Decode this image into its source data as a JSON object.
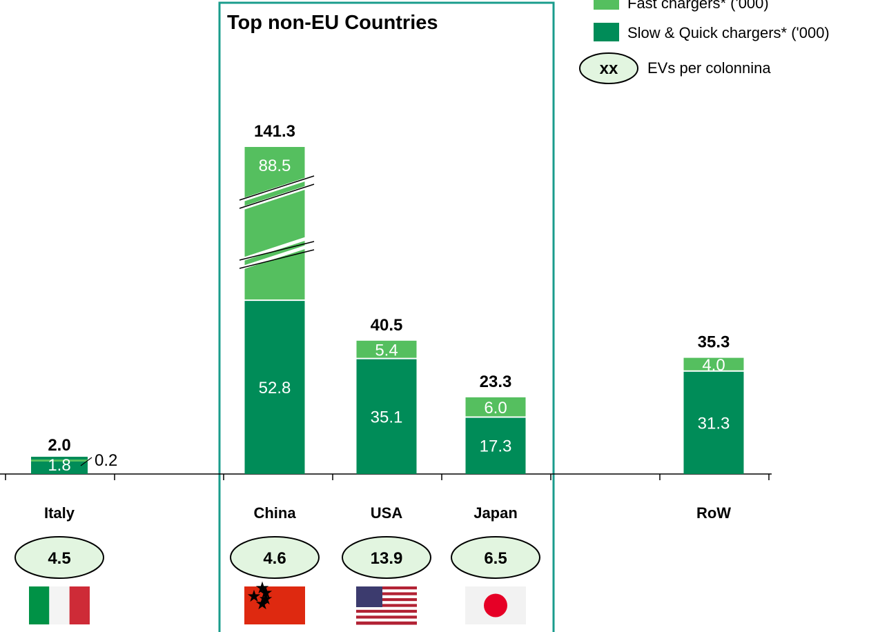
{
  "box_title": "Top non-EU Countries",
  "legend": {
    "fast_label": "Fast chargers* ('000)",
    "slow_label": "Slow & Quick chargers* ('000)",
    "ratio_marker": "xx",
    "ratio_label": "EVs per colonnina"
  },
  "colors": {
    "fast": "#55bf5f",
    "slow": "#008c58",
    "ellipse_fill": "#e2f5e0",
    "box_border": "#1a9c8c"
  },
  "chart_data": {
    "type": "bar",
    "stacked": true,
    "axis_break_on": "China",
    "categories": [
      "Italy",
      "China",
      "USA",
      "Japan",
      "RoW"
    ],
    "series": [
      {
        "name": "Slow & Quick chargers* ('000)",
        "values": [
          1.8,
          52.8,
          35.1,
          17.3,
          31.3
        ]
      },
      {
        "name": "Fast chargers* ('000)",
        "values": [
          0.2,
          88.5,
          5.4,
          6.0,
          4.0
        ]
      }
    ],
    "totals": [
      2.0,
      141.3,
      40.5,
      23.3,
      35.3
    ],
    "ev_per_charger": [
      4.5,
      4.6,
      13.9,
      6.5,
      null
    ],
    "flags": [
      "italy-flag",
      "china-flag",
      "usa-flag",
      "japan-flag",
      null
    ]
  }
}
